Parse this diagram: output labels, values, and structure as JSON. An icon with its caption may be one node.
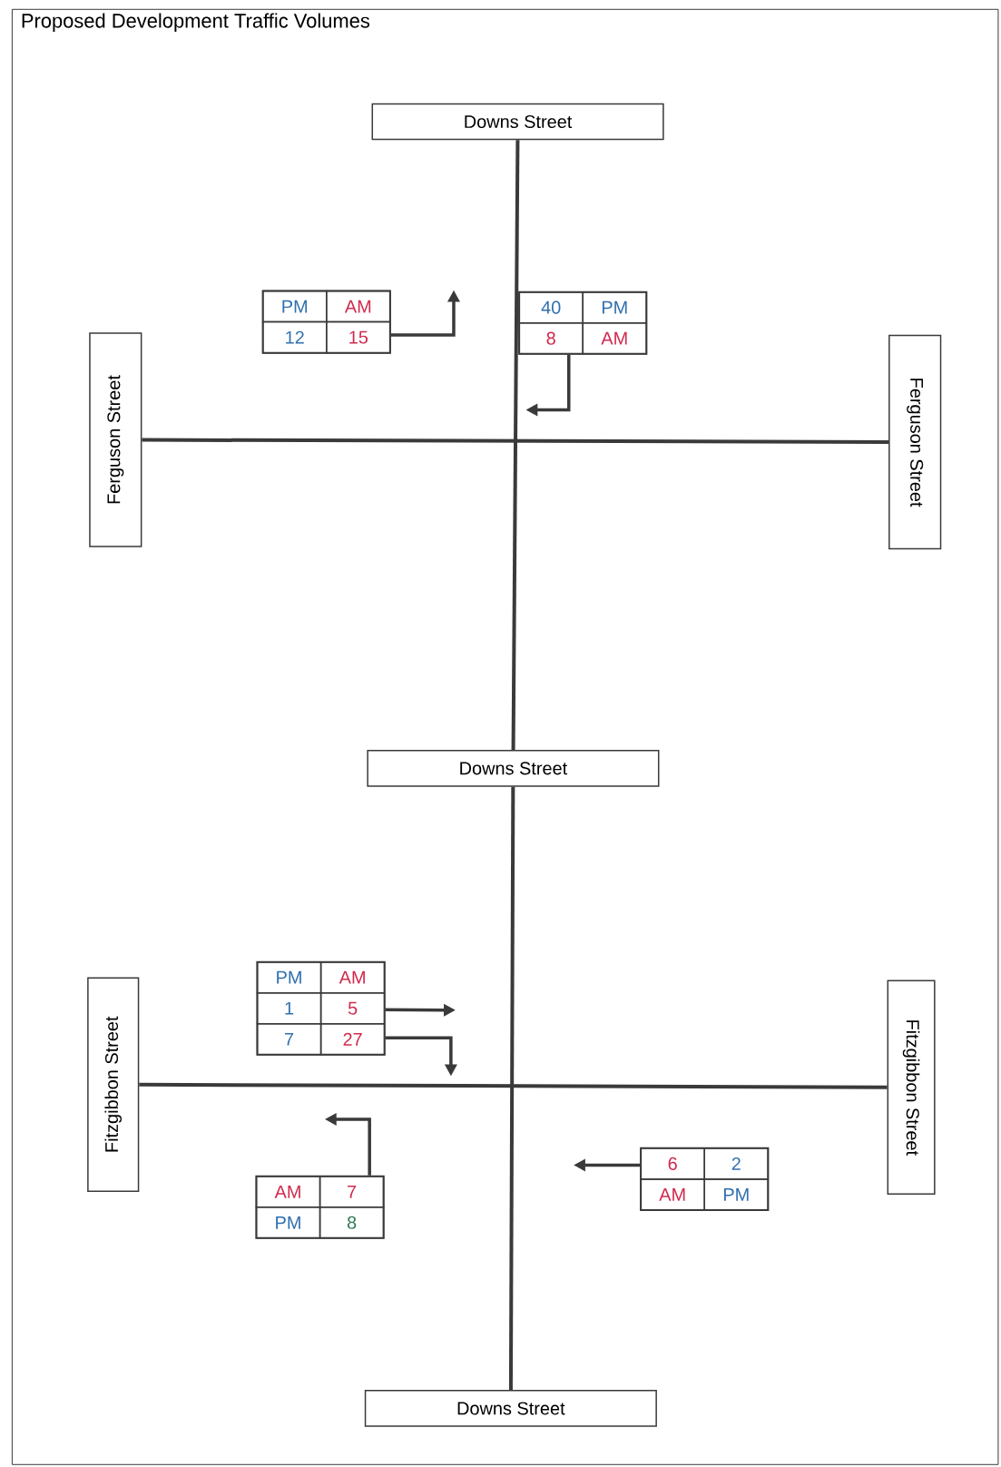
{
  "diagram": {
    "title": "Proposed Development Traffic Volumes",
    "nodes": [
      {
        "text": [
          "Downs Street"
        ]
      },
      {
        "text": [
          "PM",
          "AM",
          "12",
          "15"
        ]
      },
      {
        "text": [
          "40",
          "PM",
          "8",
          "AM"
        ]
      },
      {
        "text": [
          "Ferguson Street"
        ]
      },
      {
        "text": [
          "Ferguson Street"
        ]
      },
      {
        "text": [
          "Downs Street"
        ]
      },
      {
        "text": [
          "PM",
          "AM",
          "1",
          "5",
          "7",
          "27"
        ]
      },
      {
        "text": [
          "Fitzgibbon Street"
        ]
      },
      {
        "text": [
          "Fitzgibbon Street"
        ]
      },
      {
        "text": [
          "AM",
          "7",
          "PM",
          "8"
        ]
      },
      {
        "text": [
          "6",
          "2",
          "AM",
          "PM"
        ]
      },
      {
        "text": [
          "Downs Street"
        ]
      }
    ],
    "edges": [
      {
        "from": 0,
        "to": 5,
        "arrow": "none"
      },
      {
        "from": 3,
        "to": 4,
        "arrow": "none"
      },
      {
        "from": 5,
        "to": 11,
        "arrow": "none"
      },
      {
        "from": 7,
        "to": 8,
        "arrow": "none"
      },
      {
        "from": 1,
        "to": null,
        "arrow": "to"
      },
      {
        "from": 2,
        "to": null,
        "arrow": "to"
      },
      {
        "from": 6,
        "to": null,
        "arrow": "to"
      },
      {
        "from": 6,
        "to": null,
        "arrow": "to"
      },
      {
        "from": 9,
        "to": null,
        "arrow": "to"
      },
      {
        "from": 10,
        "to": null,
        "arrow": "to"
      }
    ]
  }
}
